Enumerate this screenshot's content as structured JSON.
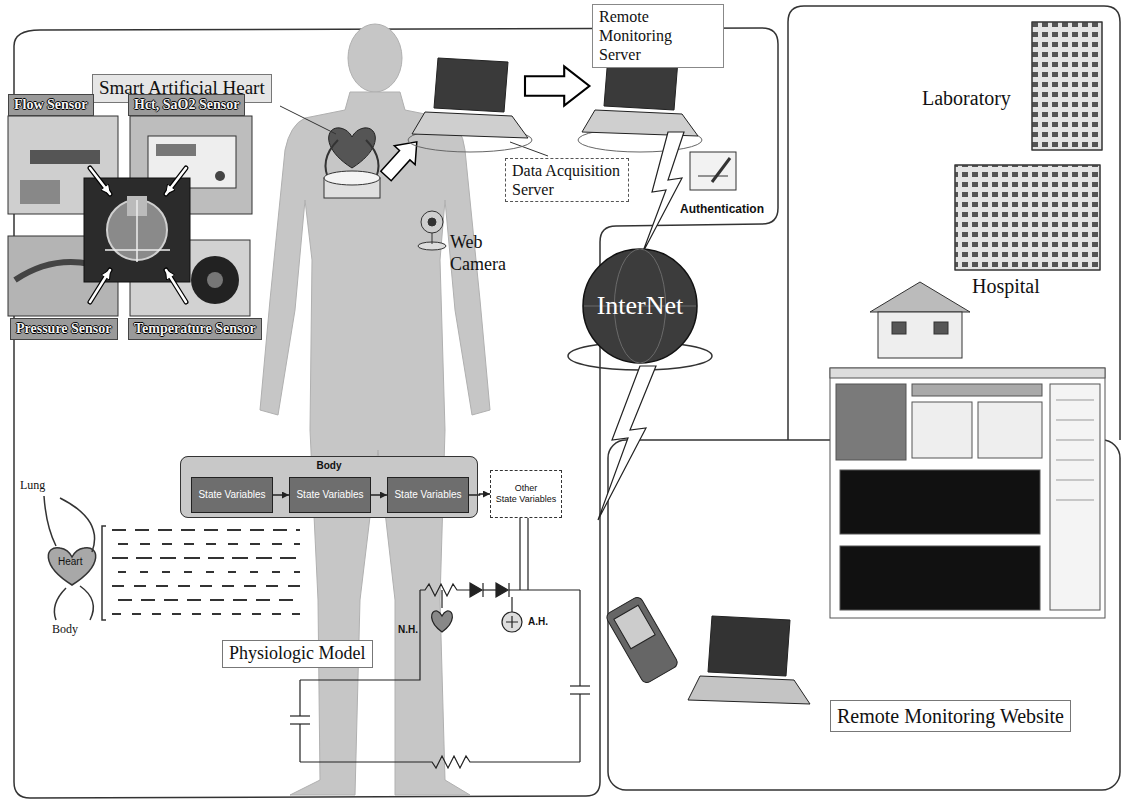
{
  "diagram": {
    "nodes": [
      {
        "text": [
          "Smart Artificial Heart"
        ]
      },
      {
        "text": [
          "Flow Sensor"
        ]
      },
      {
        "text": [
          "Hct, SaO2 Sensor"
        ]
      },
      {
        "text": [
          "Remote Monitoring Server"
        ]
      },
      {
        "text": [
          "Data Acquisition Server"
        ]
      },
      {
        "text": [
          "InterNet"
        ]
      },
      {
        "text": [
          "Pressure Sensor"
        ]
      },
      {
        "text": [
          "Temperature Sensor"
        ]
      },
      {
        "text": [
          "Body"
        ]
      },
      {
        "text": [
          "State Variables"
        ],
        "in": 8
      },
      {
        "text": [
          "State Variables"
        ],
        "in": 8
      },
      {
        "text": [
          "State Variables"
        ],
        "in": 8
      },
      {
        "text": [
          "Other",
          "State Variables"
        ]
      },
      {
        "text": [
          "Physiologic Model"
        ]
      },
      {
        "text": [
          "Remote Monitoring Website"
        ]
      }
    ],
    "edges": [
      {
        "from": 9,
        "to": 10,
        "arrow": "to"
      },
      {
        "from": 10,
        "to": 11,
        "arrow": "to"
      },
      {
        "from": 11,
        "to": 12,
        "arrow": "to"
      }
    ],
    "labels": [
      "Web Camera",
      "Authentication",
      "Laboratory",
      "Hospital",
      "Lung",
      "Heart",
      "Body",
      "N.H.",
      "A.H."
    ]
  }
}
